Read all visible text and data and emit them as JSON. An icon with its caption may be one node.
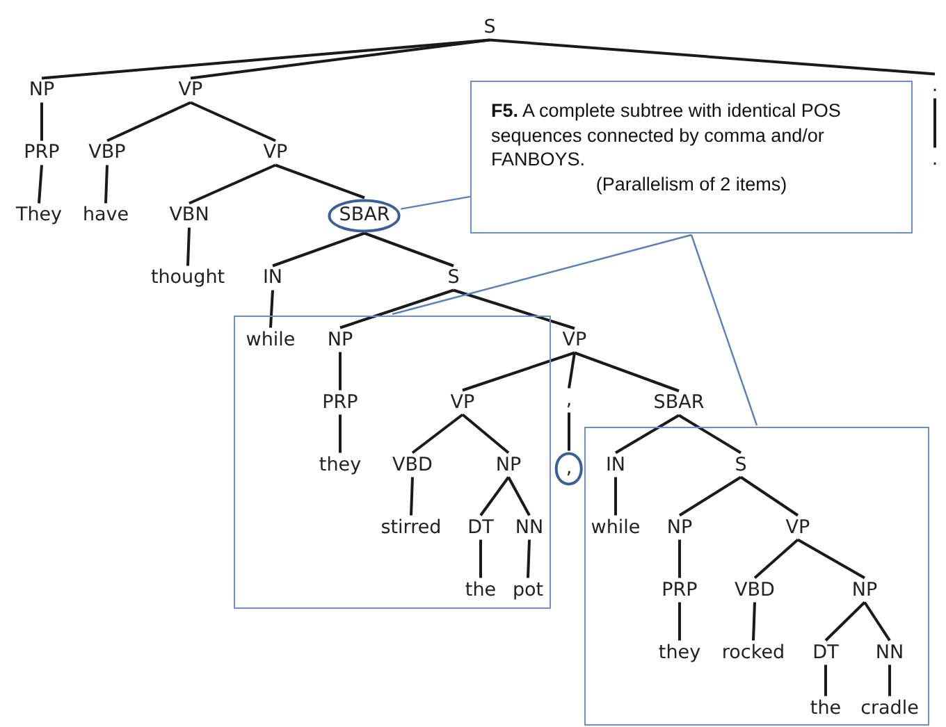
{
  "diagram": {
    "nodes": [
      {
        "text": [
          "**F5.** A complete subtree with identical POS sequences connected by comma and/or FANBOYS.",
          "(Parallelism of 2 items)"
        ]
      },
      {
        "text": [],
        "shape": "box"
      },
      {
        "text": [],
        "shape": "box"
      },
      {
        "text": [
          "S"
        ]
      },
      {
        "text": [
          "NP"
        ]
      },
      {
        "text": [
          "PRP"
        ]
      },
      {
        "text": [
          "They"
        ]
      },
      {
        "text": [
          "VP"
        ]
      },
      {
        "text": [
          "VBP"
        ]
      },
      {
        "text": [
          "have"
        ]
      },
      {
        "text": [
          "VP"
        ]
      },
      {
        "text": [
          "VBN"
        ]
      },
      {
        "text": [
          "thought"
        ]
      },
      {
        "text": [
          "SBAR"
        ]
      },
      {
        "text": [
          "IN"
        ]
      },
      {
        "text": [
          "while"
        ],
        "in": 1
      },
      {
        "text": [
          "S"
        ]
      },
      {
        "text": [
          "NP"
        ],
        "in": 1
      },
      {
        "text": [
          "PRP"
        ],
        "in": 1
      },
      {
        "text": [
          "they"
        ],
        "in": 1
      },
      {
        "text": [
          "VP"
        ]
      },
      {
        "text": [
          "VP"
        ],
        "in": 1
      },
      {
        "text": [
          "VBD"
        ],
        "in": 1
      },
      {
        "text": [
          "stirred"
        ],
        "in": 1
      },
      {
        "text": [
          "NP"
        ],
        "in": 1
      },
      {
        "text": [
          "DT"
        ],
        "in": 1
      },
      {
        "text": [
          "NN"
        ],
        "in": 1
      },
      {
        "text": [
          "the"
        ],
        "in": 1
      },
      {
        "text": [
          "pot"
        ],
        "in": 1
      },
      {
        "text": [
          ","
        ]
      },
      {
        "text": [
          ","
        ]
      },
      {
        "text": [
          "SBAR"
        ]
      },
      {
        "text": [
          "IN"
        ],
        "in": 2
      },
      {
        "text": [
          "while"
        ],
        "in": 2
      },
      {
        "text": [
          "S"
        ],
        "in": 2
      },
      {
        "text": [
          "NP"
        ],
        "in": 2
      },
      {
        "text": [
          "PRP"
        ],
        "in": 2
      },
      {
        "text": [
          "they"
        ],
        "in": 2
      },
      {
        "text": [
          "VP"
        ],
        "in": 2
      },
      {
        "text": [
          "VBD"
        ],
        "in": 2
      },
      {
        "text": [
          "rocked"
        ],
        "in": 2
      },
      {
        "text": [
          "NP"
        ],
        "in": 2
      },
      {
        "text": [
          "DT"
        ],
        "in": 2
      },
      {
        "text": [
          "NN"
        ],
        "in": 2
      },
      {
        "text": [
          "the"
        ],
        "in": 2
      },
      {
        "text": [
          "cradle"
        ],
        "in": 2
      },
      {
        "text": [
          "."
        ]
      },
      {
        "text": [
          "."
        ]
      }
    ],
    "edges": [
      {
        "from": 3,
        "to": 4,
        "arrow": "none"
      },
      {
        "from": 3,
        "to": 7,
        "arrow": "none"
      },
      {
        "from": 3,
        "to": 46,
        "arrow": "none"
      },
      {
        "from": 4,
        "to": 5,
        "arrow": "none"
      },
      {
        "from": 5,
        "to": 6,
        "arrow": "none"
      },
      {
        "from": 7,
        "to": 8,
        "arrow": "none"
      },
      {
        "from": 7,
        "to": 10,
        "arrow": "none"
      },
      {
        "from": 8,
        "to": 9,
        "arrow": "none"
      },
      {
        "from": 10,
        "to": 11,
        "arrow": "none"
      },
      {
        "from": 10,
        "to": 13,
        "arrow": "none"
      },
      {
        "from": 11,
        "to": 12,
        "arrow": "none"
      },
      {
        "from": 13,
        "to": 14,
        "arrow": "none"
      },
      {
        "from": 13,
        "to": 16,
        "arrow": "none"
      },
      {
        "from": 14,
        "to": 15,
        "arrow": "none"
      },
      {
        "from": 16,
        "to": 17,
        "arrow": "none"
      },
      {
        "from": 16,
        "to": 20,
        "arrow": "none"
      },
      {
        "from": 17,
        "to": 18,
        "arrow": "none"
      },
      {
        "from": 18,
        "to": 19,
        "arrow": "none"
      },
      {
        "from": 20,
        "to": 21,
        "arrow": "none"
      },
      {
        "from": 20,
        "to": 29,
        "arrow": "none"
      },
      {
        "from": 20,
        "to": 31,
        "arrow": "none"
      },
      {
        "from": 21,
        "to": 22,
        "arrow": "none"
      },
      {
        "from": 21,
        "to": 24,
        "arrow": "none"
      },
      {
        "from": 22,
        "to": 23,
        "arrow": "none"
      },
      {
        "from": 24,
        "to": 25,
        "arrow": "none"
      },
      {
        "from": 24,
        "to": 26,
        "arrow": "none"
      },
      {
        "from": 25,
        "to": 27,
        "arrow": "none"
      },
      {
        "from": 26,
        "to": 28,
        "arrow": "none"
      },
      {
        "from": 29,
        "to": 30,
        "arrow": "none"
      },
      {
        "from": 31,
        "to": 32,
        "arrow": "none"
      },
      {
        "from": 31,
        "to": 34,
        "arrow": "none"
      },
      {
        "from": 32,
        "to": 33,
        "arrow": "none"
      },
      {
        "from": 34,
        "to": 35,
        "arrow": "none"
      },
      {
        "from": 34,
        "to": 38,
        "arrow": "none"
      },
      {
        "from": 35,
        "to": 36,
        "arrow": "none"
      },
      {
        "from": 36,
        "to": 37,
        "arrow": "none"
      },
      {
        "from": 38,
        "to": 39,
        "arrow": "none"
      },
      {
        "from": 38,
        "to": 41,
        "arrow": "none"
      },
      {
        "from": 39,
        "to": 40,
        "arrow": "none"
      },
      {
        "from": 41,
        "to": 42,
        "arrow": "none"
      },
      {
        "from": 41,
        "to": 43,
        "arrow": "none"
      },
      {
        "from": 42,
        "to": 44,
        "arrow": "none"
      },
      {
        "from": 43,
        "to": 45,
        "arrow": "none"
      },
      {
        "from": 46,
        "to": 47,
        "arrow": "none"
      },
      {
        "from": 0,
        "to": 13,
        "arrow": "none",
        "color": "#5a7fbf"
      },
      {
        "from": 0,
        "to": 1,
        "arrow": "none",
        "color": "#5a7fbf"
      },
      {
        "from": 0,
        "to": 2,
        "arrow": "none",
        "color": "#5a7fbf"
      }
    ]
  }
}
